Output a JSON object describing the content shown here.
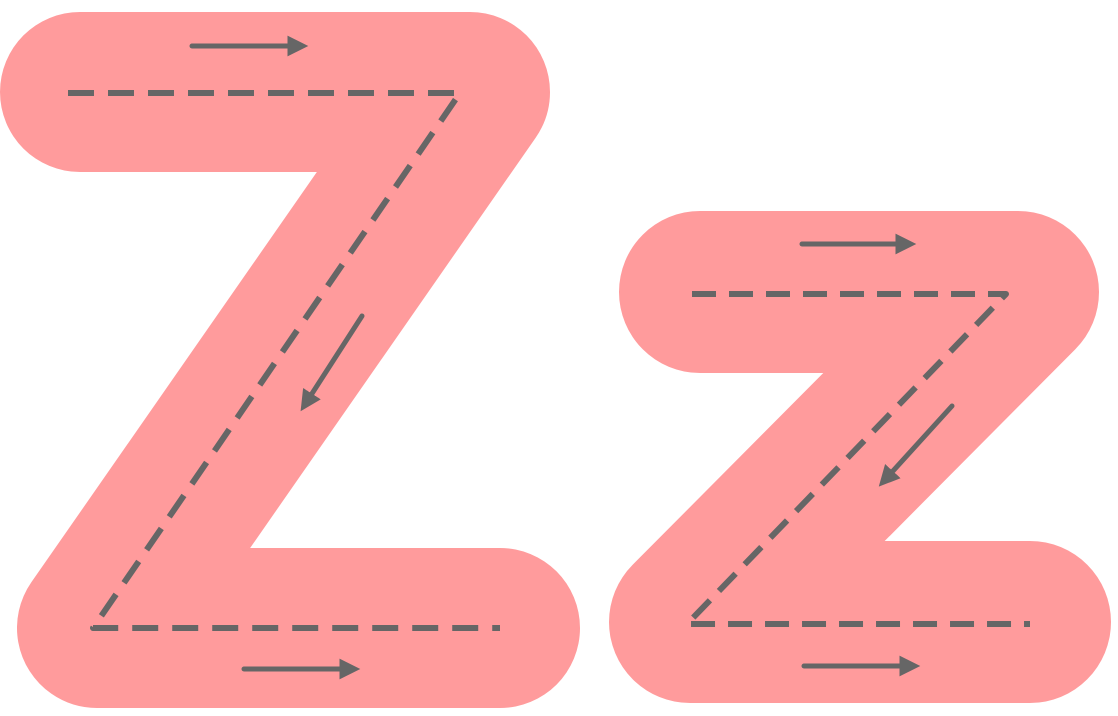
{
  "worksheet": {
    "letters": [
      {
        "id": "uppercase",
        "character": "Z"
      },
      {
        "id": "lowercase",
        "character": "z"
      }
    ],
    "colors": {
      "letter_fill": "#ff9b9c",
      "guide_stroke": "#666666",
      "background": "#ffffff"
    },
    "stroke_order": [
      "right",
      "down-left",
      "right"
    ]
  }
}
